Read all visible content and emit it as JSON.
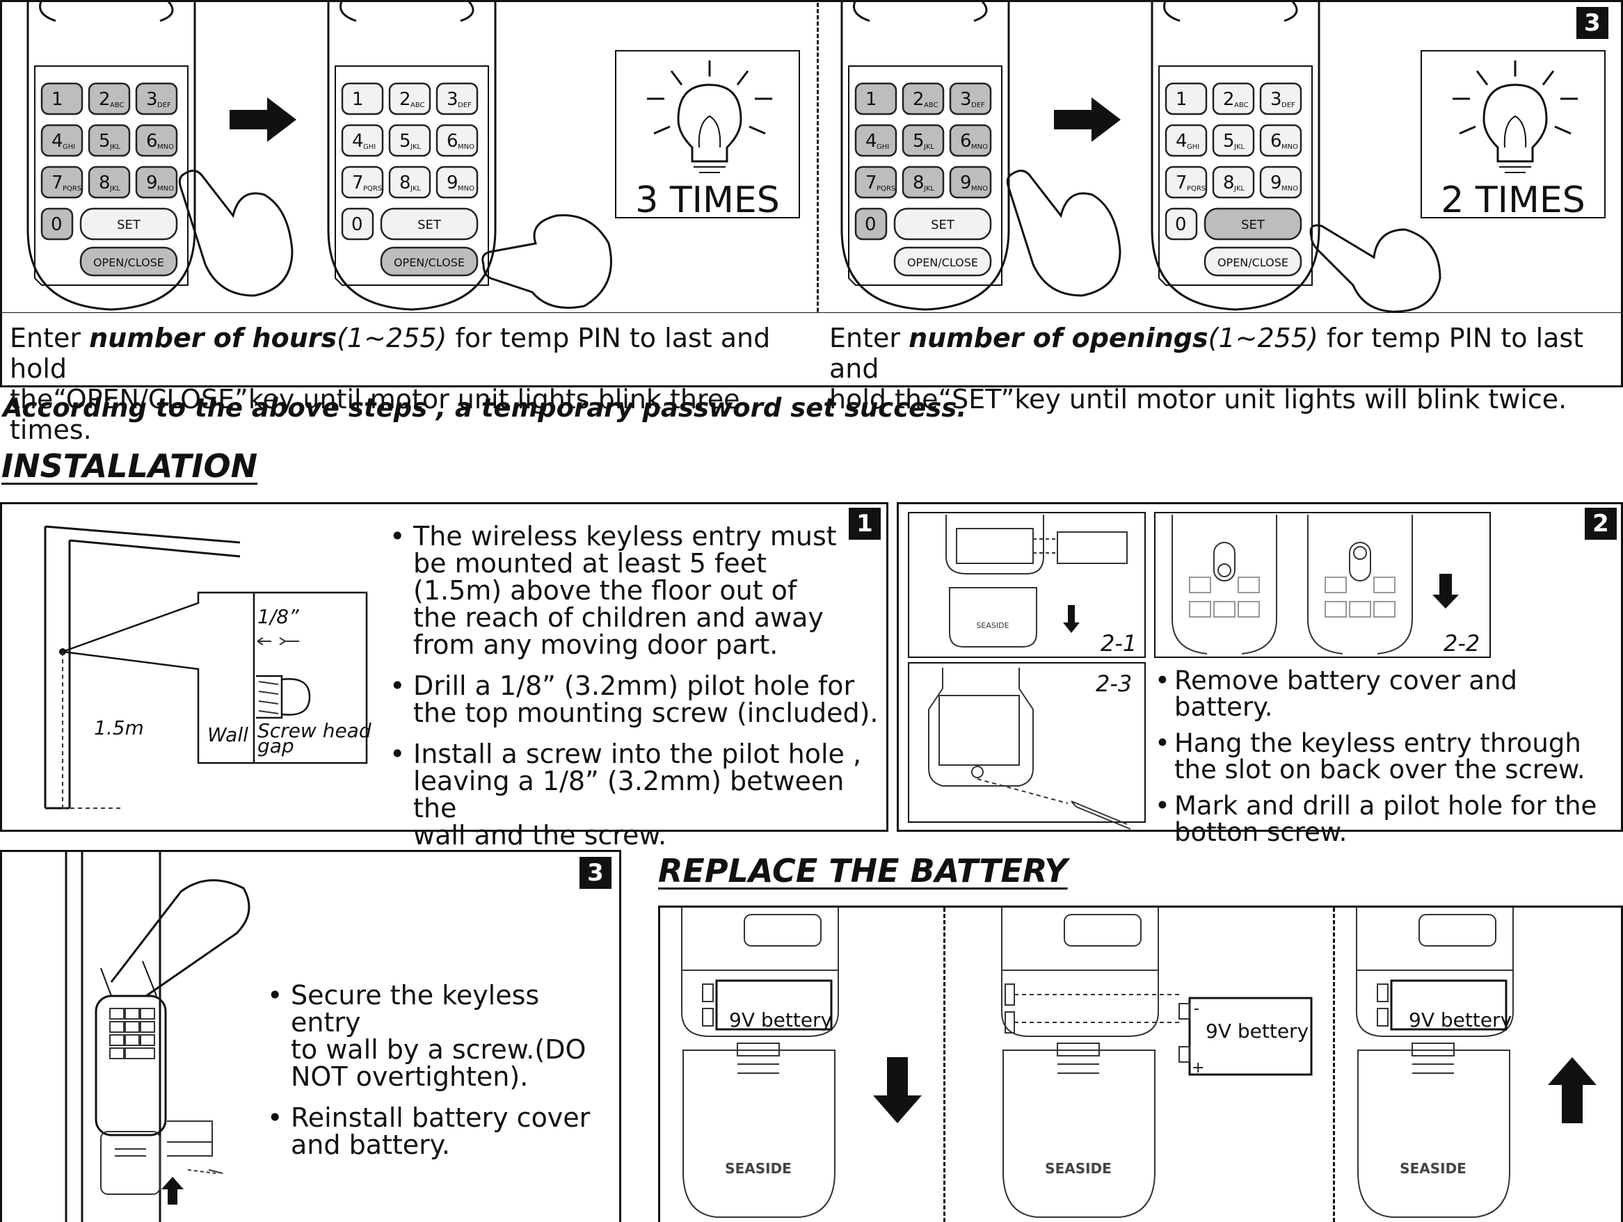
{
  "top": {
    "step_badge": "3",
    "left_times": "3 TIMES",
    "right_times": "2 TIMES",
    "left_caption": {
      "pre": "Enter ",
      "bold": "number of hours",
      "range": "(1~255)",
      "post1": " for temp PIN to last and hold",
      "line2": "the“OPEN/CLOSE”key until motor unit lights blink three times."
    },
    "right_caption": {
      "pre": "Enter ",
      "bold": "number of openings",
      "range": "(1~255)",
      "post1": " for temp PIN to last and",
      "line2": "hold the“SET”key until motor unit lights will blink twice."
    },
    "success_note": "According to the above steps , a temporary password set success."
  },
  "keypad": {
    "keys": [
      {
        "num": "1",
        "sub": ""
      },
      {
        "num": "2",
        "sub": "ABC"
      },
      {
        "num": "3",
        "sub": "DEF"
      },
      {
        "num": "4",
        "sub": "GHI"
      },
      {
        "num": "5",
        "sub": "JKL"
      },
      {
        "num": "6",
        "sub": "MNO"
      },
      {
        "num": "7",
        "sub": "PQRS"
      },
      {
        "num": "8",
        "sub": "JKL"
      },
      {
        "num": "9",
        "sub": "MNO"
      }
    ],
    "zero": "0",
    "set": "SET",
    "open_close": "OPEN/CLOSE"
  },
  "installation": {
    "heading": "INSTALLATION",
    "step1": {
      "badge": "1",
      "dim_gap": "1/8”",
      "dim_height": "1.5m",
      "wall_label": "Wall",
      "screw_label_1": "Screw head",
      "screw_label_2": "gap",
      "bullets": [
        [
          "The wireless keyless entry must",
          "be mounted at least 5 feet",
          "(1.5m) above the floor out of",
          "the reach of children and away",
          "from any moving door part."
        ],
        [
          "Drill a 1/8” (3.2mm) pilot hole for",
          "the top mounting screw (included)."
        ],
        [
          "Install a screw into the pilot hole ,",
          "leaving a 1/8” (3.2mm) between the",
          "wall and the screw."
        ]
      ]
    },
    "step2": {
      "badge": "2",
      "sub1": "2-1",
      "sub2": "2-2",
      "sub3": "2-3",
      "brand": "SEASIDE",
      "bullets": [
        [
          "Remove battery cover and battery."
        ],
        [
          "Hang the keyless entry through",
          "the slot on back over the screw."
        ],
        [
          "Mark and drill a pilot hole for the",
          "botton screw."
        ]
      ]
    },
    "step3": {
      "badge": "3",
      "bullets": [
        [
          "Secure the keyless entry",
          "to wall by a screw.(DO",
          "NOT overtighten)."
        ],
        [
          "Reinstall battery cover",
          "and battery."
        ]
      ]
    }
  },
  "battery": {
    "heading": "REPLACE THE BATTERY",
    "label": "9V bettery",
    "brand": "SEASIDE",
    "minus": "-",
    "plus": "+"
  }
}
